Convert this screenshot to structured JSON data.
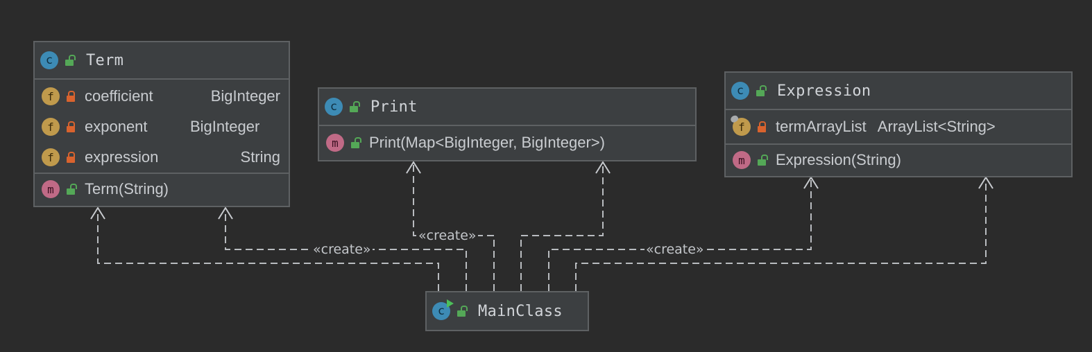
{
  "classes": {
    "term": {
      "name": "Term",
      "fields": [
        {
          "name": "coefficient",
          "type": "BigInteger",
          "visibility": "private"
        },
        {
          "name": "exponent",
          "type": "BigInteger",
          "visibility": "private"
        },
        {
          "name": "expression",
          "type": "String",
          "visibility": "private"
        }
      ],
      "methods": [
        {
          "signature": "Term(String)",
          "visibility": "public"
        }
      ]
    },
    "print": {
      "name": "Print",
      "methods": [
        {
          "signature": "Print(Map<BigInteger, BigInteger>)",
          "visibility": "public"
        }
      ]
    },
    "expression": {
      "name": "Expression",
      "fields": [
        {
          "name": "termArrayList",
          "type": "ArrayList<String>",
          "visibility": "private",
          "final": true
        }
      ],
      "methods": [
        {
          "signature": "Expression(String)",
          "visibility": "public"
        }
      ]
    },
    "mainclass": {
      "name": "MainClass",
      "runnable": true
    }
  },
  "relations": [
    {
      "from": "MainClass",
      "to": "Term",
      "kind": "dependency",
      "label": "«create»"
    },
    {
      "from": "MainClass",
      "to": "Term",
      "kind": "dependency",
      "label": ""
    },
    {
      "from": "MainClass",
      "to": "Print",
      "kind": "dependency",
      "label": "«create»"
    },
    {
      "from": "MainClass",
      "to": "Print",
      "kind": "dependency",
      "label": ""
    },
    {
      "from": "MainClass",
      "to": "Expression",
      "kind": "dependency",
      "label": "«create»"
    },
    {
      "from": "MainClass",
      "to": "Expression",
      "kind": "dependency",
      "label": ""
    }
  ],
  "icons": {
    "class": "class-icon",
    "field": "field-icon",
    "method": "method-icon",
    "public": "public-lock-icon",
    "private": "private-lock-icon"
  },
  "colors": {
    "background": "#2b2b2b",
    "box_fill": "#3c3f41",
    "box_border": "#5e6163",
    "class_badge": "#3d8bb5",
    "field_badge": "#c09a4c",
    "method_badge": "#c06a86",
    "public_lock": "#54a857",
    "private_lock": "#d9632e"
  }
}
